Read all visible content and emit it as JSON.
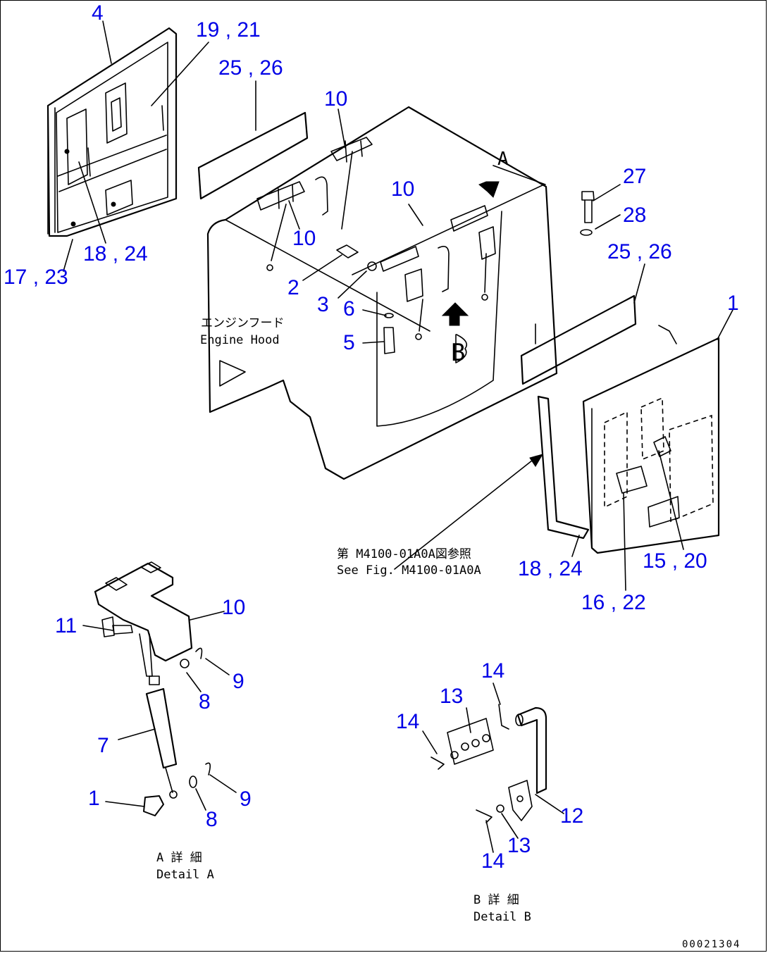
{
  "callouts": [
    {
      "id": "c4",
      "text": "4"
    },
    {
      "id": "c19_21",
      "text": "19 , 21"
    },
    {
      "id": "c25_26a",
      "text": "25 , 26"
    },
    {
      "id": "c10a",
      "text": "10"
    },
    {
      "id": "c10b",
      "text": "10"
    },
    {
      "id": "c10c",
      "text": "10"
    },
    {
      "id": "c17_23",
      "text": "17 , 23"
    },
    {
      "id": "c18_24a",
      "text": "18 , 24"
    },
    {
      "id": "c27",
      "text": "27"
    },
    {
      "id": "c28",
      "text": "28"
    },
    {
      "id": "c25_26b",
      "text": "25 , 26"
    },
    {
      "id": "c2",
      "text": "2"
    },
    {
      "id": "c3",
      "text": "3"
    },
    {
      "id": "c6",
      "text": "6"
    },
    {
      "id": "c5",
      "text": "5"
    },
    {
      "id": "c1a",
      "text": "1"
    },
    {
      "id": "c18_24b",
      "text": "18 , 24"
    },
    {
      "id": "c15_20",
      "text": "15 , 20"
    },
    {
      "id": "c16_22",
      "text": "16 , 22"
    },
    {
      "id": "c10d",
      "text": "10"
    },
    {
      "id": "c11",
      "text": "11"
    },
    {
      "id": "c9a",
      "text": "9"
    },
    {
      "id": "c8a",
      "text": "8"
    },
    {
      "id": "c7",
      "text": "7"
    },
    {
      "id": "c1b",
      "text": "1"
    },
    {
      "id": "c9b",
      "text": "9"
    },
    {
      "id": "c8b",
      "text": "8"
    },
    {
      "id": "c14a",
      "text": "14"
    },
    {
      "id": "c13a",
      "text": "13"
    },
    {
      "id": "c14b",
      "text": "14"
    },
    {
      "id": "c12",
      "text": "12"
    },
    {
      "id": "c13b",
      "text": "13"
    },
    {
      "id": "c14c",
      "text": "14"
    }
  ],
  "captions": {
    "hood_jp": "エンジンフード",
    "hood_en": "Engine Hood",
    "see_jp": "第 M4100-01A0A図参照",
    "see_en": "See Fig. M4100-01A0A",
    "view_a": "A",
    "view_b": "B",
    "detail_a_jp": "A 詳 細",
    "detail_a_en": "Detail A",
    "detail_b_jp": "B 詳 細",
    "detail_b_en": "Detail B"
  },
  "drawing_code": "00021304"
}
